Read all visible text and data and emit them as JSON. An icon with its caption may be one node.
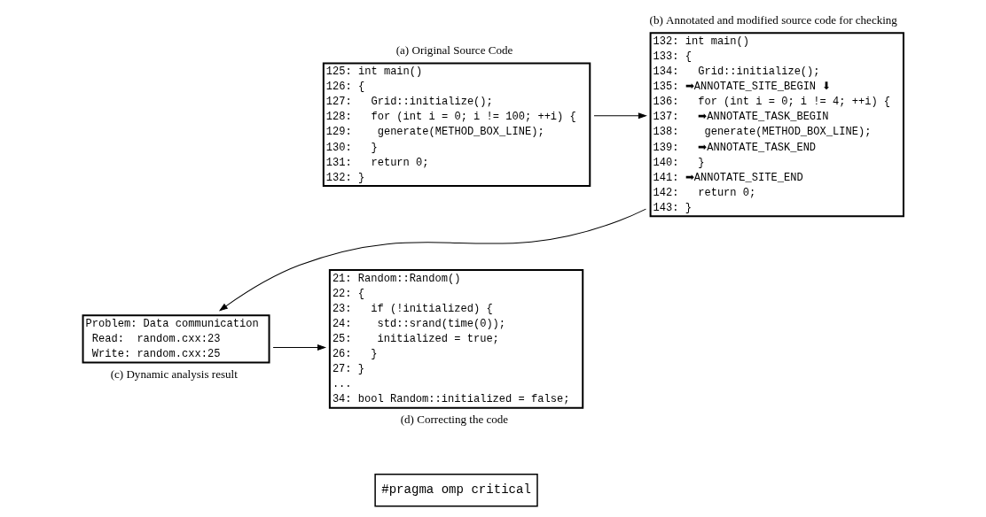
{
  "diagram": {
    "nodes": [
      {
        "text": [
          "125: int main()",
          "126: {",
          "127:   Grid::initialize();",
          "128:   for (int i = 0; i != 100; ++i) {",
          "129:    generate(METHOD_BOX_LINE);",
          "130:   }",
          "131:   return 0;",
          "132: }"
        ],
        "beside": [
          "(a) Original Source Code"
        ]
      },
      {
        "text": [
          "132: int main()",
          "133: {",
          "134:   Grid::initialize();",
          "135: ➡ANNOTATE_SITE_BEGIN ⬇",
          "136:   for (int i = 0; i != 4; ++i) {",
          "137:   ➡ANNOTATE_TASK_BEGIN",
          "138:    generate(METHOD_BOX_LINE);",
          "139:   ➡ANNOTATE_TASK_END",
          "140:   }",
          "141: ➡ANNOTATE_SITE_END",
          "142:   return 0;",
          "143: }"
        ],
        "beside": [
          "(b) Annotated and modified source code for checking"
        ]
      },
      {
        "text": [
          "Problem: Data communication",
          " Read:  random.cxx:23",
          " Write: random.cxx:25"
        ],
        "beside": [
          "(c) Dynamic analysis result"
        ]
      },
      {
        "text": [
          "21: Random::Random()",
          "22: {",
          "23:   if (!initialized) {",
          "24:    std::srand(time(0));",
          "25:    initialized = true;",
          "26:   }",
          "27: }",
          "...",
          "34: bool Random::initialized = false;"
        ],
        "beside": [
          "(d) Correcting the code"
        ]
      },
      {
        "text": [
          "#pragma omp critical"
        ]
      }
    ],
    "edges": [
      {
        "from": 0,
        "to": 1,
        "arrow": "to"
      },
      {
        "from": 1,
        "to": 2,
        "arrow": "to"
      },
      {
        "from": 2,
        "to": 3,
        "arrow": "to"
      }
    ]
  }
}
